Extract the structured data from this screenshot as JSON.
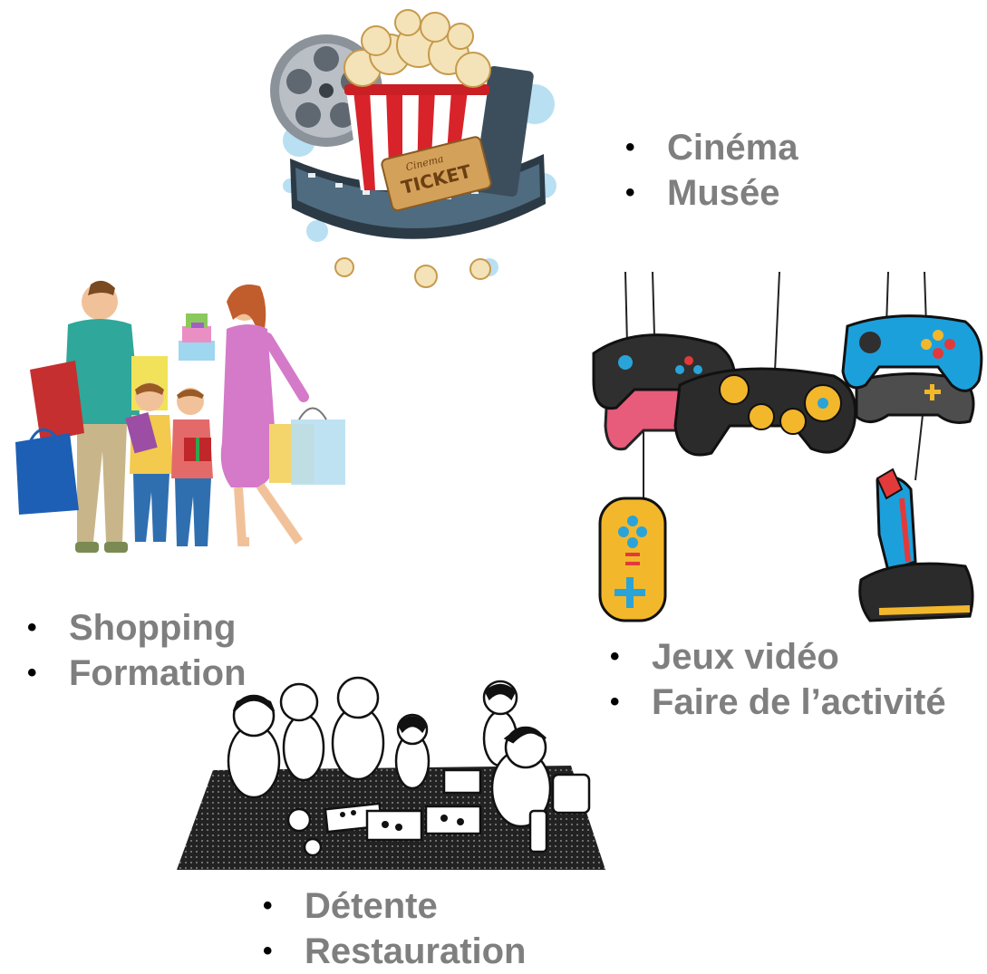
{
  "groups": [
    {
      "id": "cinema",
      "image": "popcorn-film-reel-ticket",
      "ticket_text": "TICKET",
      "ticket_brand": "Cinema",
      "items": [
        "Cinéma",
        "Musée"
      ]
    },
    {
      "id": "shopping",
      "image": "family-shopping-bags",
      "items": [
        "Shopping",
        "Formation"
      ]
    },
    {
      "id": "games",
      "image": "hanging-game-controllers",
      "items": [
        "Jeux vidéo",
        "Faire de l’activité"
      ]
    },
    {
      "id": "picnic",
      "image": "family-picnic-lineart",
      "items": [
        "Détente",
        "Restauration"
      ]
    }
  ],
  "colors": {
    "bullet_text": "#7f7f7f",
    "bullet_dot": "#000000",
    "popcorn_red": "#d8232a",
    "controller_blue": "#1ca0dc",
    "controller_yellow": "#f3b72c"
  }
}
